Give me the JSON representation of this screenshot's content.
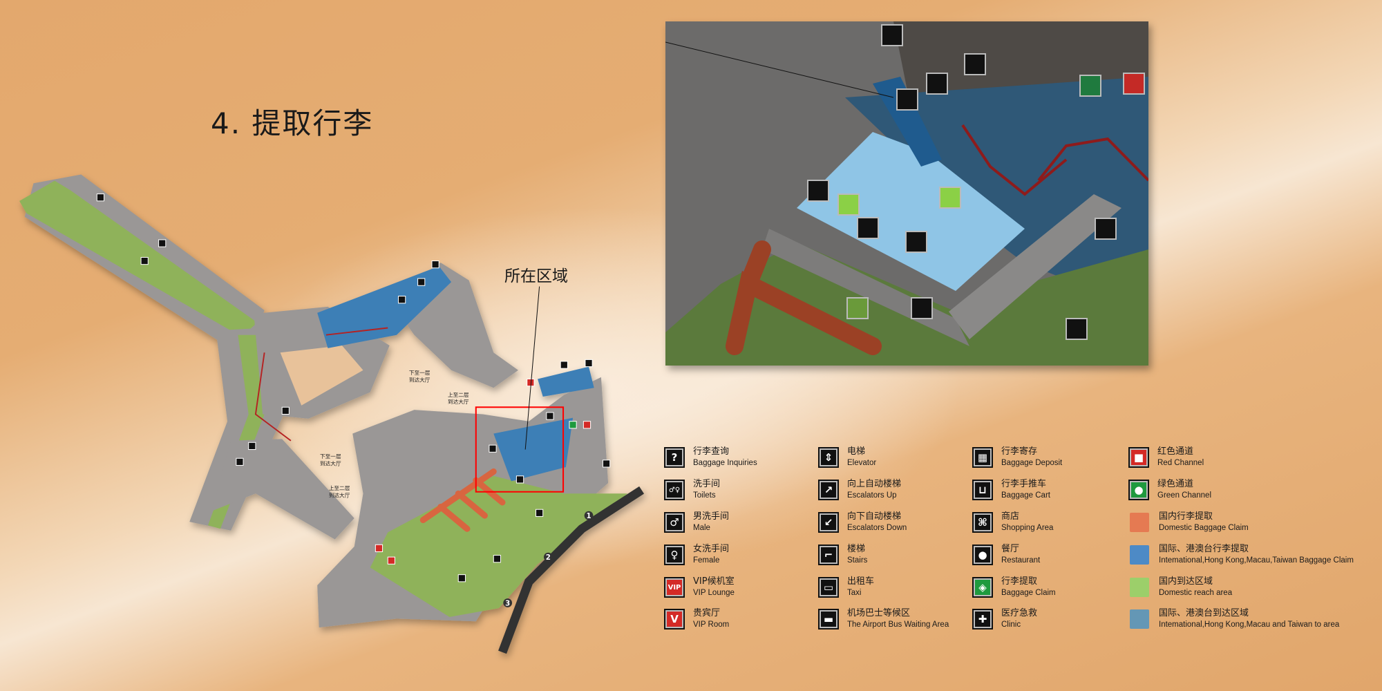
{
  "title": "4. 提取行李",
  "region_label": "所在区域",
  "floor_labels": [
    {
      "line1": "下至一层",
      "line2": "到达大厅"
    },
    {
      "line1": "上至二层",
      "line2": "到达大厅"
    },
    {
      "line1": "下至一层",
      "line2": "到达大厅"
    },
    {
      "line1": "上至二层",
      "line2": "到达大厅"
    }
  ],
  "road_numbers": [
    "1",
    "2",
    "3"
  ],
  "colors": {
    "background": "#e1a66b",
    "building": "#9a9796",
    "domestic_reach": "#8fb25a",
    "intl_claim": "#3d7fb6",
    "domestic_claim": "#d8653f",
    "highlight": "#ff0000"
  },
  "legend": [
    {
      "zh": "行李查询",
      "en": "Baggage Inquiries",
      "icon": "baggage-inquiries-icon",
      "glyph": "?"
    },
    {
      "zh": "洗手间",
      "en": "Toilets",
      "icon": "toilets-icon",
      "glyph": "♂♀"
    },
    {
      "zh": "男洗手间",
      "en": "Male",
      "icon": "male-icon",
      "glyph": "♂"
    },
    {
      "zh": "女洗手间",
      "en": "Female",
      "icon": "female-icon",
      "glyph": "♀"
    },
    {
      "zh": "VIP候机室",
      "en": "VIP Lounge",
      "icon": "vip-lounge-icon",
      "glyph": "VIP",
      "color": "#d42a26"
    },
    {
      "zh": "贵宾厅",
      "en": "VIP Room",
      "icon": "vip-room-icon",
      "glyph": "V",
      "color": "#d42a26"
    },
    {
      "zh": "电梯",
      "en": "Elevator",
      "icon": "elevator-icon",
      "glyph": "⇕"
    },
    {
      "zh": "向上自动楼梯",
      "en": "Escalators Up",
      "icon": "escalator-up-icon",
      "glyph": "↗"
    },
    {
      "zh": "向下自动楼梯",
      "en": "Escalators Down",
      "icon": "escalator-down-icon",
      "glyph": "↙"
    },
    {
      "zh": "楼梯",
      "en": "Stairs",
      "icon": "stairs-icon",
      "glyph": "⌐"
    },
    {
      "zh": "出租车",
      "en": "Taxi",
      "icon": "taxi-icon",
      "glyph": "▭"
    },
    {
      "zh": "机场巴士等候区",
      "en": "The Airport Bus Waiting Area",
      "icon": "bus-icon",
      "glyph": "▬"
    },
    {
      "zh": "行李寄存",
      "en": "Baggage Deposit",
      "icon": "baggage-deposit-icon",
      "glyph": "▦"
    },
    {
      "zh": "行李手推车",
      "en": "Baggage Cart",
      "icon": "baggage-cart-icon",
      "glyph": "⊔"
    },
    {
      "zh": "商店",
      "en": "Shopping Area",
      "icon": "shop-icon",
      "glyph": "⌘"
    },
    {
      "zh": "餐厅",
      "en": "Restaurant",
      "icon": "restaurant-icon",
      "glyph": "●"
    },
    {
      "zh": "行李提取",
      "en": "Baggage Claim",
      "icon": "baggage-claim-icon",
      "glyph": "◈",
      "color": "#1f9a3e"
    },
    {
      "zh": "医疗急救",
      "en": "Clinic",
      "icon": "clinic-icon",
      "glyph": "✚"
    },
    {
      "zh": "红色通道",
      "en": "Red Channel",
      "icon": "red-channel-icon",
      "glyph": "■",
      "color": "#d42a26"
    },
    {
      "zh": "绿色通道",
      "en": "Green Channel",
      "icon": "green-channel-icon",
      "glyph": "●",
      "color": "#1f9a3e"
    },
    {
      "zh": "国内行李提取",
      "en": "Domestic Baggage Claim",
      "swatch": "#e57a52"
    },
    {
      "zh": "国际、港澳台行李提取",
      "en": "Intemational,Hong Kong,Macau,Taiwan Baggage Claim",
      "swatch": "#4d8ac6"
    },
    {
      "zh": "国内到达区域",
      "en": "Domestic reach area",
      "swatch": "#9ccf6a"
    },
    {
      "zh": "国际、港澳台到达区域",
      "en": "Intemational,Hong Kong,Macau and Taiwan to area",
      "swatch": "#6497b5"
    }
  ]
}
